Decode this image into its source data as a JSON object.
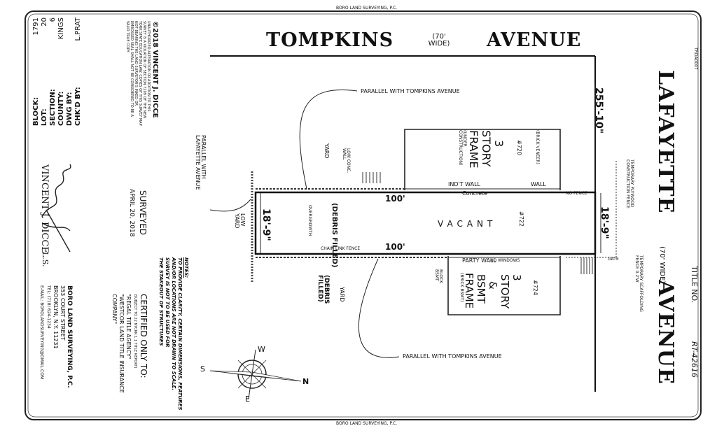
{
  "border_header": "BORO LAND SURVEYING, P.C.",
  "border_footer": "BORO LAND SURVEYING, P.C.",
  "doc_code": "TRDA0007",
  "streets": {
    "north": {
      "name_part1": "TOMPKINS",
      "width_label": "(70' WIDE)",
      "name_part2": "AVENUE"
    },
    "east": {
      "name_part1": "LAFAYETTE",
      "width_label": "(70' WIDE)",
      "name_part2": "AVENUE"
    }
  },
  "title_no_label": "TITLE NO.",
  "title_no_value": "RT-42616",
  "dimensions": {
    "corner_distance": "255'-10\"",
    "lot_width_east": "18'-9\"",
    "lot_width_west": "18'-9\"",
    "lot_depth_north": "100'",
    "lot_depth_south": "100'"
  },
  "annotations": {
    "parallel_top": "PARALLEL WITH TOMPKINS AVENUE",
    "parallel_bottom": "PARALLEL WITH TOMPKINS AVENUE",
    "parallel_lafayette": "PARALLEL WITH LAFAYETTE AVENUE",
    "concrete": "Concrete",
    "no_fence": "NO FENCE",
    "chain_link_fence": "CHAIN LINK FENCE",
    "party_wall": "PARTY WALL",
    "no_windows": "NO WINDOWS",
    "ind_wall": "IND'T WALL",
    "wall": "WALL",
    "vacant": "VACANT",
    "lot_number_center": "#722",
    "debris_filled_center": "(DEBRIS FILLED)",
    "overgrowth": "OVERGROWTH",
    "low_yard": "LOW YARD",
    "yard_north": "YARD",
    "yard_south": "YARD",
    "debris_filled_south": "(DEBRIS FILLED)",
    "gate": "GATE",
    "block_bsmt": "BLOCK BSMT",
    "scaffolding": "TEMPORARY SCAFFOLDING FENCE 0.2'W",
    "plywood": "TEMPORARY PLYWOOD CONSTRUCTION FENCE",
    "low_conc_wall": "LOW CONC. WALL"
  },
  "buildings": {
    "north": {
      "number": "#720",
      "stories": "3",
      "label_story": "STORY",
      "type": "FRAME",
      "note": "(UNDER CONSTRUCTION)",
      "veneer": "(BRICK VENEER)"
    },
    "south": {
      "number": "#724",
      "stories": "3",
      "label_story": "STORY",
      "amp": "&",
      "basement": "BSMT",
      "type": "FRAME",
      "note": "(BRICK BSMT)"
    }
  },
  "lot_info": {
    "block_label": "BLOCK:",
    "block_value": "1791",
    "lot_label": "LOT:",
    "lot_value": "20",
    "section_label": "SECTION:",
    "section_value": "6",
    "county_label": "COUNTY:",
    "county_value": "KINGS",
    "dwg_label": "DWG BY:",
    "dwg_value": "",
    "chkd_label": "CHK'D BY:",
    "chkd_value": "L.PRAT"
  },
  "copyright": "©2018 VINCENT J. DICCE",
  "copyright_text": "UNAUTHORIZED ALTERATION OR ADDITION TO THIS SURVEY IS A VIOLATION OF SECTION 7209 OF THE NEW YORK STATE EDUCATION LAW. COPIES OF THIS SURVEY MAP NOT BEARING THE LAND SURVEYOR'S INKED OR EMBOSSED SEAL SHALL NOT BE CONSIDERED TO BE A VALID TRUE COPY.",
  "surveyor_name": "VINCENT J. DICCE",
  "surveyor_suffix": "L.S.",
  "surveyed_label": "SURVEYED",
  "surveyed_date": "APRIL 20, 2018",
  "notes": {
    "heading": "NOTES:",
    "line1": "TO PROVIDE CLARITY, CERTAIN DIMENSIONS, FEATURES",
    "line2": "AND/OR LOCATIONS ARE NOT DRAWN TO SCALE.",
    "line3": "SURVEY IS NOT TO BE USED FOR",
    "line4": "THE STAKEOUT OF STRUCTURES"
  },
  "certified": {
    "heading": "CERTIFIED ONLY TO:",
    "sub": "(SUBJECT TO 22 NYCRR 1.1 TITLE REPORT)",
    "line1": "\"REGAL TITLE AGENCY\"",
    "line2": "\"WESTCOR LAND TITLE INSURANCE",
    "line3": "COMPANY\""
  },
  "company": {
    "name": "BORO LAND SURVEYING, P.C.",
    "address": "353 COURT STREET",
    "city": "BROOKLYN, N.Y. 11231",
    "tel": "TEL: (718) 624-1234",
    "email": "E-MAIL: BOROLANDSURVEYING@GMAIL.COM"
  },
  "compass": {
    "n": "N",
    "s": "S",
    "e": "E",
    "w": "W"
  }
}
